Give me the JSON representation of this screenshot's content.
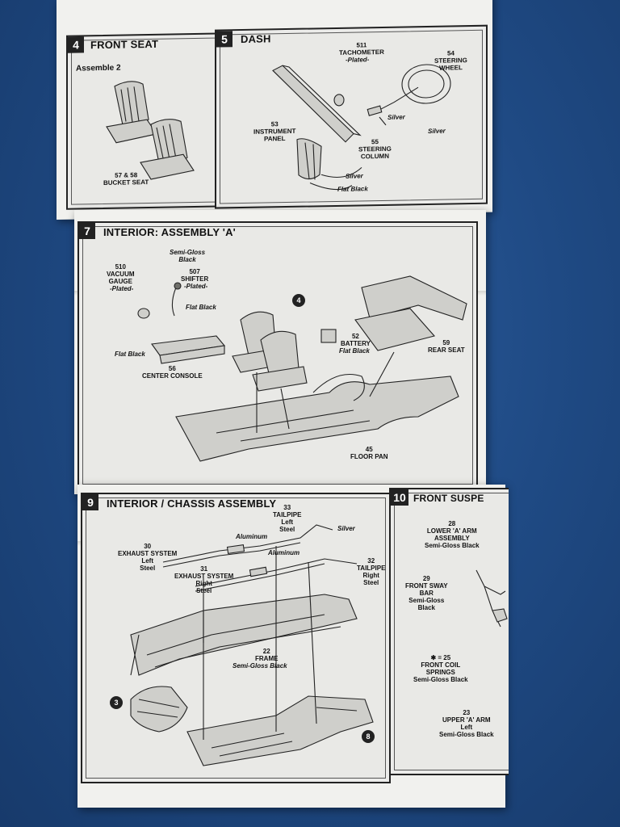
{
  "step4": {
    "number": "4",
    "title": "FRONT SEAT",
    "subtitle": "Assemble 2",
    "parts": [
      {
        "label": "57 & 58\nBUCKET SEAT"
      }
    ]
  },
  "step5": {
    "number": "5",
    "title": "DASH",
    "parts": [
      {
        "label": "511\nTACHOMETER",
        "finish": "-Plated-"
      },
      {
        "label": "54\nSTEERING\nWHEEL"
      },
      {
        "label": "53\nINSTRUMENT\nPANEL"
      },
      {
        "label": "55\nSTEERING\nCOLUMN"
      }
    ],
    "finishes": [
      "Silver",
      "Silver",
      "Silver",
      "Flat Black"
    ]
  },
  "step7": {
    "number": "7",
    "title": "INTERIOR: ASSEMBLY 'A'",
    "parts": [
      {
        "label": "510\nVACUUM\nGAUGE",
        "finish": "-Plated-"
      },
      {
        "label": "Semi-Gloss\nBlack"
      },
      {
        "label": "507\nSHIFTER",
        "finish": "-Plated-"
      },
      {
        "label": "Flat Black"
      },
      {
        "label": "Flat Black"
      },
      {
        "label": "56\nCENTER CONSOLE"
      },
      {
        "label": "52\nBATTERY",
        "finish": "Flat Black"
      },
      {
        "label": "59\nREAR SEAT"
      },
      {
        "label": "45\nFLOOR PAN"
      }
    ],
    "callout": "4"
  },
  "step9": {
    "number": "9",
    "title": "INTERIOR / CHASSIS ASSEMBLY",
    "parts": [
      {
        "label": "33\nTAILPIPE\nLeft\nSteel"
      },
      {
        "label": "Aluminum"
      },
      {
        "label": "Silver"
      },
      {
        "label": "30\nEXHAUST SYSTEM\nLeft\nSteel"
      },
      {
        "label": "Aluminum"
      },
      {
        "label": "31\nEXHAUST SYSTEM\nRight\nSteel"
      },
      {
        "label": "32\nTAILPIPE\nRight\nSteel"
      },
      {
        "label": "22\nFRAME"
      },
      {
        "label": "Semi-Gloss Black"
      }
    ],
    "callouts": [
      "3",
      "8"
    ]
  },
  "step10": {
    "number": "10",
    "title": "FRONT SUSPE",
    "parts": [
      {
        "label": "28\nLOWER 'A' ARM\nASSEMBLY\nSemi-Gloss Black"
      },
      {
        "label": "29\nFRONT SWAY\nBAR\nSemi-Gloss\nBlack"
      },
      {
        "label": "✱ = 25\nFRONT COIL\nSPRINGS\nSemi-Gloss Black"
      },
      {
        "label": "23\nUPPER 'A' ARM\nLeft\nSemi-Gloss Black"
      }
    ]
  }
}
